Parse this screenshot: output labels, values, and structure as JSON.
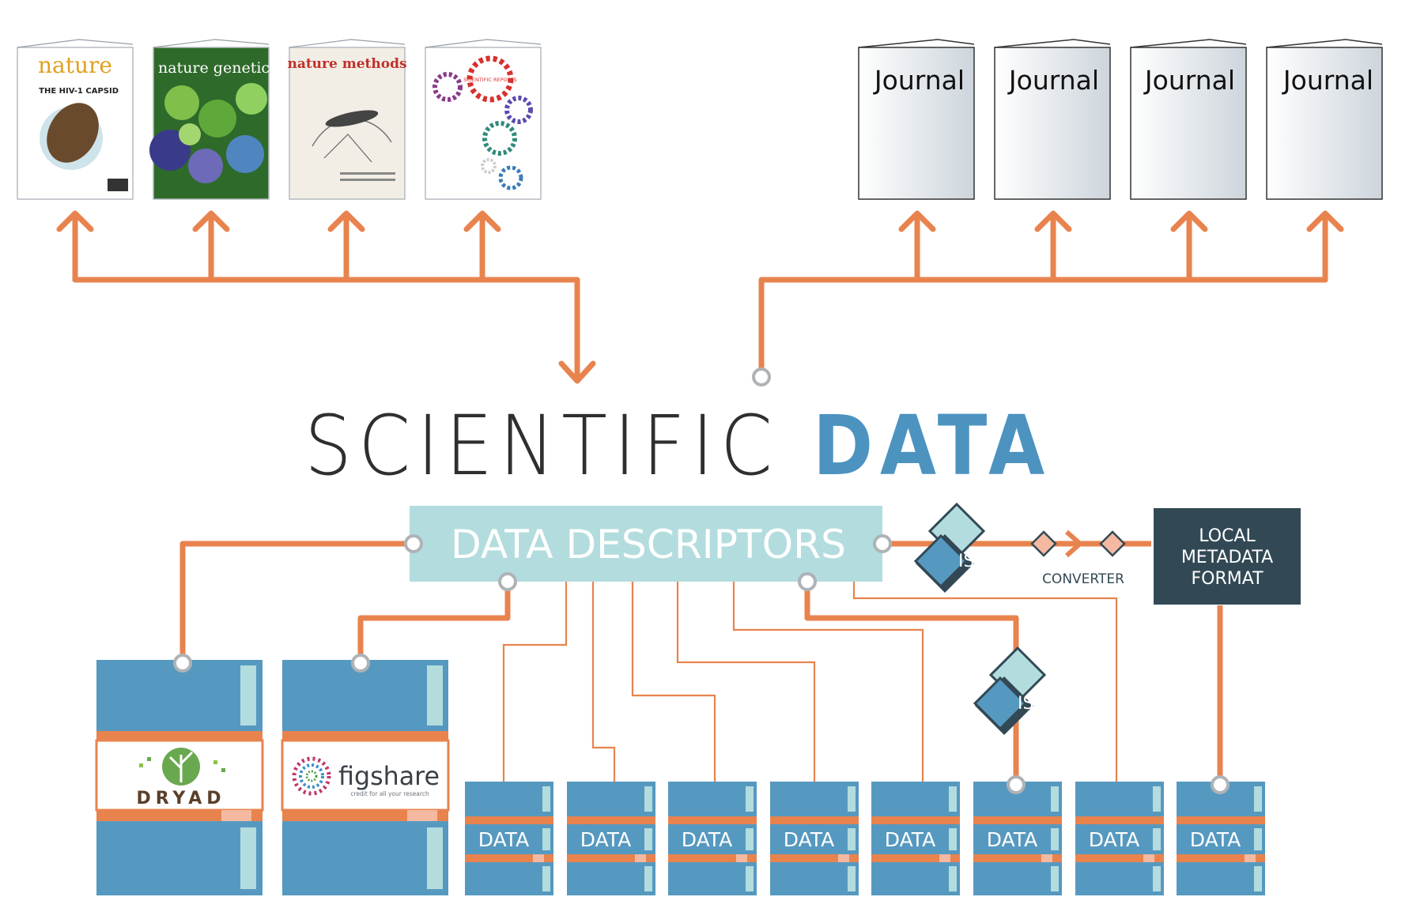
{
  "title": {
    "part1": "SCIENTIFIC",
    "part2": "DATA"
  },
  "colors": {
    "orange": "#E8834E",
    "teal": "#B3DCDE",
    "blue": "#5699C0",
    "dark_slate": "#324955",
    "title_dark": "#2F2F2F",
    "title_blue": "#4C93C0",
    "peach": "#F4B9A0"
  },
  "nature_journals": [
    {
      "name": "nature",
      "cover_text": "THE HIV-1 CAPSID"
    },
    {
      "name": "nature genetics",
      "cover_text": ""
    },
    {
      "name": "nature methods",
      "cover_text": ""
    },
    {
      "name": "SCIENTIFIC REPORTS",
      "cover_text": ""
    }
  ],
  "generic_journals": [
    "Journal",
    "Journal",
    "Journal",
    "Journal"
  ],
  "data_descriptors": {
    "label": "DATA DESCRIPTORS"
  },
  "isa_label": "ISA",
  "isa_label_lower": "ISA",
  "converter_label": "CONVERTER",
  "local_metadata": {
    "line1": "LOCAL",
    "line2": "METADATA",
    "line3": "FORMAT"
  },
  "repositories": [
    {
      "name": "DRYAD",
      "icon": "dryad-tree-logo"
    },
    {
      "name": "figshare",
      "tagline": "credit for all your research",
      "icon": "figshare-dots-logo"
    }
  ],
  "data_stacks": [
    "DATA",
    "DATA",
    "DATA",
    "DATA",
    "DATA",
    "DATA",
    "DATA",
    "DATA"
  ]
}
